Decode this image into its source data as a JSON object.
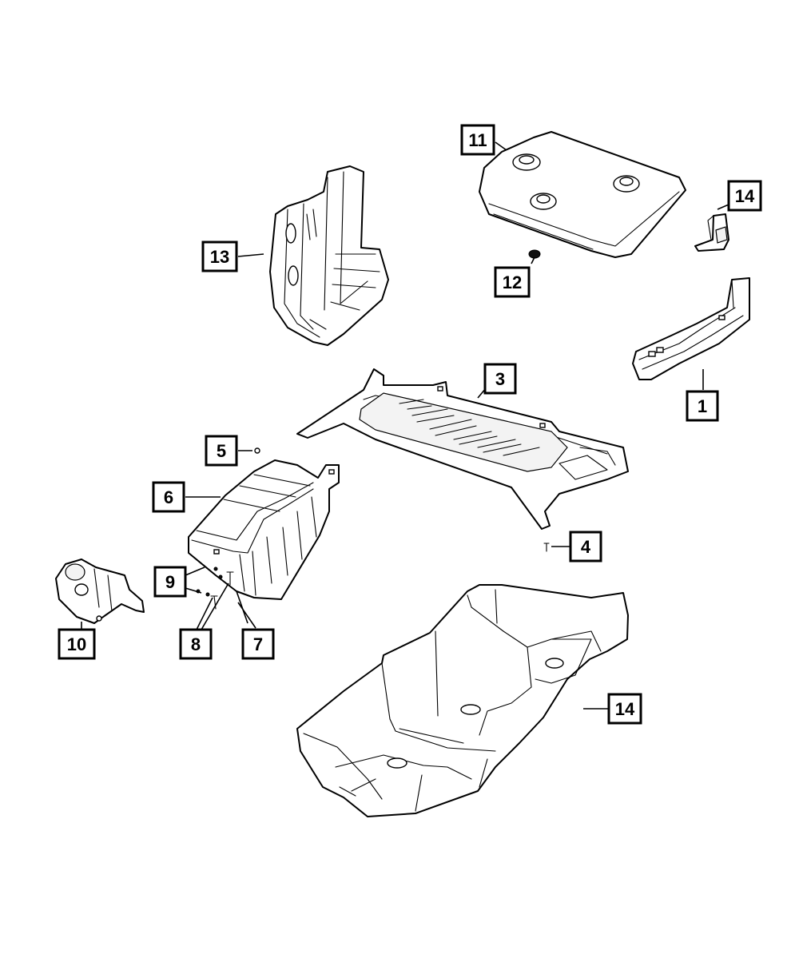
{
  "callouts": [
    {
      "id": "c1",
      "label": "1"
    },
    {
      "id": "c3",
      "label": "3"
    },
    {
      "id": "c4",
      "label": "4"
    },
    {
      "id": "c5",
      "label": "5"
    },
    {
      "id": "c6",
      "label": "6"
    },
    {
      "id": "c7",
      "label": "7"
    },
    {
      "id": "c8",
      "label": "8"
    },
    {
      "id": "c9",
      "label": "9"
    },
    {
      "id": "c10",
      "label": "10"
    },
    {
      "id": "c11",
      "label": "11"
    },
    {
      "id": "c12",
      "label": "12"
    },
    {
      "id": "c13",
      "label": "13"
    },
    {
      "id": "c14a",
      "label": "14"
    },
    {
      "id": "c14b",
      "label": "14"
    }
  ],
  "colors": {
    "ink": "#000000",
    "paper": "#ffffff"
  }
}
